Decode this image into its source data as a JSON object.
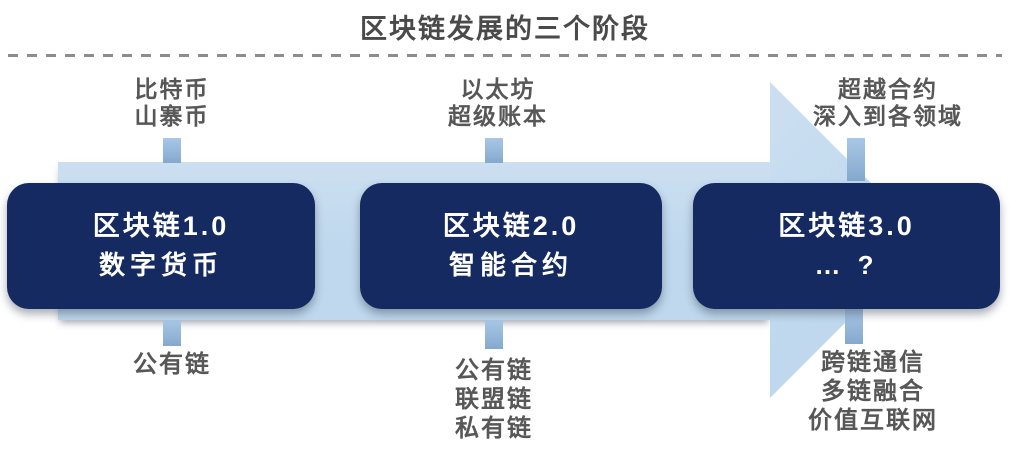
{
  "title": "区块链发展的三个阶段",
  "stages": [
    {
      "box_line1": "区块链1.0",
      "box_line2": "数字货币",
      "top_labels": [
        "比特币",
        "山寨币"
      ],
      "bottom_labels": [
        "公有链"
      ]
    },
    {
      "box_line1": "区块链2.0",
      "box_line2": "智能合约",
      "top_labels": [
        "以太坊",
        "超级账本"
      ],
      "bottom_labels": [
        "公有链",
        "联盟链",
        "私有链"
      ]
    },
    {
      "box_line1": "区块链3.0",
      "box_line2": "… ?",
      "top_labels": [
        "超越合约",
        "深入到各领域"
      ],
      "bottom_labels": [
        "跨链通信",
        "多链融合",
        "价值互联网"
      ]
    }
  ],
  "colors": {
    "arrow": "#BFD8ED",
    "arrow_light": "#CCDFF1",
    "tick_top": "#A9C7E6",
    "tick_bottom": "#84A9CE",
    "box": "#142A60",
    "box_text": "#FFFFFF",
    "label_text": "#575757",
    "title_text": "#4A4A4A",
    "dash": "#8D8D8D"
  }
}
